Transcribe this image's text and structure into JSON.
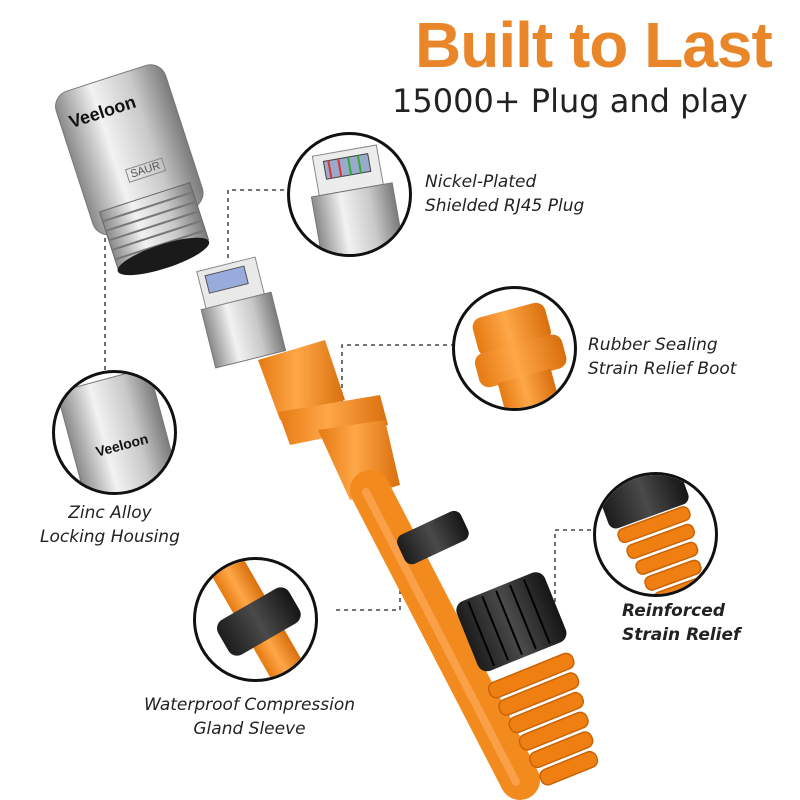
{
  "header": {
    "title": "Built to Last",
    "subtitle": "15000+ Plug and play"
  },
  "brand": {
    "logo_text": "Veeloon",
    "housing_stamp": "SAUR"
  },
  "callouts": {
    "plug": {
      "line1": "Nickel-Plated",
      "line2": "Shielded RJ45 Plug"
    },
    "boot": {
      "line1": "Rubber Sealing",
      "line2": "Strain Relief Boot"
    },
    "housing": {
      "line1": "Zinc Alloy",
      "line2": "Locking Housing"
    },
    "strain": {
      "line1": "Reinforced",
      "line2": "Strain Relief"
    },
    "gland": {
      "line1": "Waterproof Compression",
      "line2": "Gland Sleeve"
    }
  },
  "colors": {
    "accent": "#e9862a",
    "cable": "#f28a1e",
    "text": "#222222"
  }
}
